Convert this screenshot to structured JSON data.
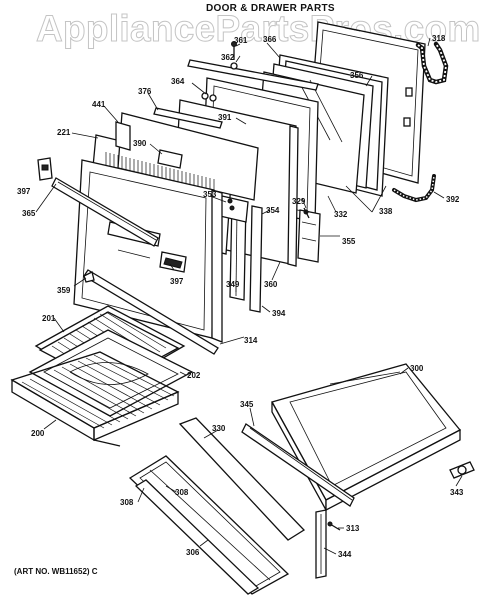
{
  "brand_watermark": "AppliancePartsPros.com",
  "diagram_title": "DOOR & DRAWER PARTS",
  "art_number": "(ART NO. WB11652) C",
  "callouts": {
    "c361": "361",
    "c362": "362",
    "c366": "366",
    "c318": "318",
    "c364": "364",
    "c356": "356",
    "c376": "376",
    "c441": "441",
    "c391": "391",
    "c221": "221",
    "c390": "390",
    "c397a": "397",
    "c329": "329",
    "c338": "338",
    "c392": "392",
    "c353": "353",
    "c365": "365",
    "c332": "332",
    "c354": "354",
    "c355": "355",
    "c397b": "397",
    "c349": "349",
    "c360": "360",
    "c359": "359",
    "c394": "394",
    "c201": "201",
    "c314": "314",
    "c300": "300",
    "c202": "202",
    "c345": "345",
    "c200": "200",
    "c330": "330",
    "c308a": "308",
    "c308b": "308",
    "c343": "343",
    "c313": "313",
    "c306": "306",
    "c344": "344"
  }
}
